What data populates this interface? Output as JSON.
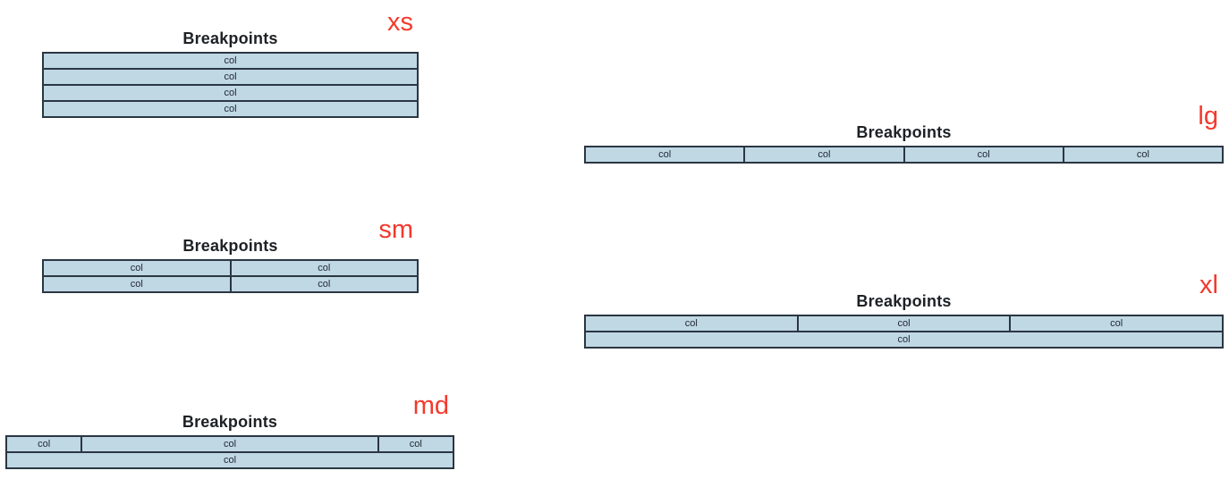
{
  "palette": {
    "cell_fill": "#bfd8e4",
    "cell_border": "#2b3642",
    "label_red": "#f3392c",
    "title_dark": "#1d2125",
    "background": "#ffffff"
  },
  "col_label": "col",
  "blocks": [
    {
      "id": "xs",
      "label": "xs",
      "title": "Breakpoints",
      "rows": [
        [
          {
            "text": "col",
            "span": 12
          }
        ],
        [
          {
            "text": "col",
            "span": 12
          }
        ],
        [
          {
            "text": "col",
            "span": 12
          }
        ],
        [
          {
            "text": "col",
            "span": 12
          }
        ]
      ]
    },
    {
      "id": "sm",
      "label": "sm",
      "title": "Breakpoints",
      "rows": [
        [
          {
            "text": "col",
            "span": 6
          },
          {
            "text": "col",
            "span": 6
          }
        ],
        [
          {
            "text": "col",
            "span": 6
          },
          {
            "text": "col",
            "span": 6
          }
        ]
      ]
    },
    {
      "id": "md",
      "label": "md",
      "title": "Breakpoints",
      "rows": [
        [
          {
            "text": "col",
            "span": 2
          },
          {
            "text": "col",
            "span": 8
          },
          {
            "text": "col",
            "span": 2
          }
        ],
        [
          {
            "text": "col",
            "span": 12
          }
        ]
      ]
    },
    {
      "id": "lg",
      "label": "lg",
      "title": "Breakpoints",
      "rows": [
        [
          {
            "text": "col",
            "span": 3
          },
          {
            "text": "col",
            "span": 3
          },
          {
            "text": "col",
            "span": 3
          },
          {
            "text": "col",
            "span": 3
          }
        ]
      ]
    },
    {
      "id": "xl",
      "label": "xl",
      "title": "Breakpoints",
      "rows": [
        [
          {
            "text": "col",
            "span": 4
          },
          {
            "text": "col",
            "span": 4
          },
          {
            "text": "col",
            "span": 4
          }
        ],
        [
          {
            "text": "col",
            "span": 12
          }
        ]
      ]
    }
  ]
}
